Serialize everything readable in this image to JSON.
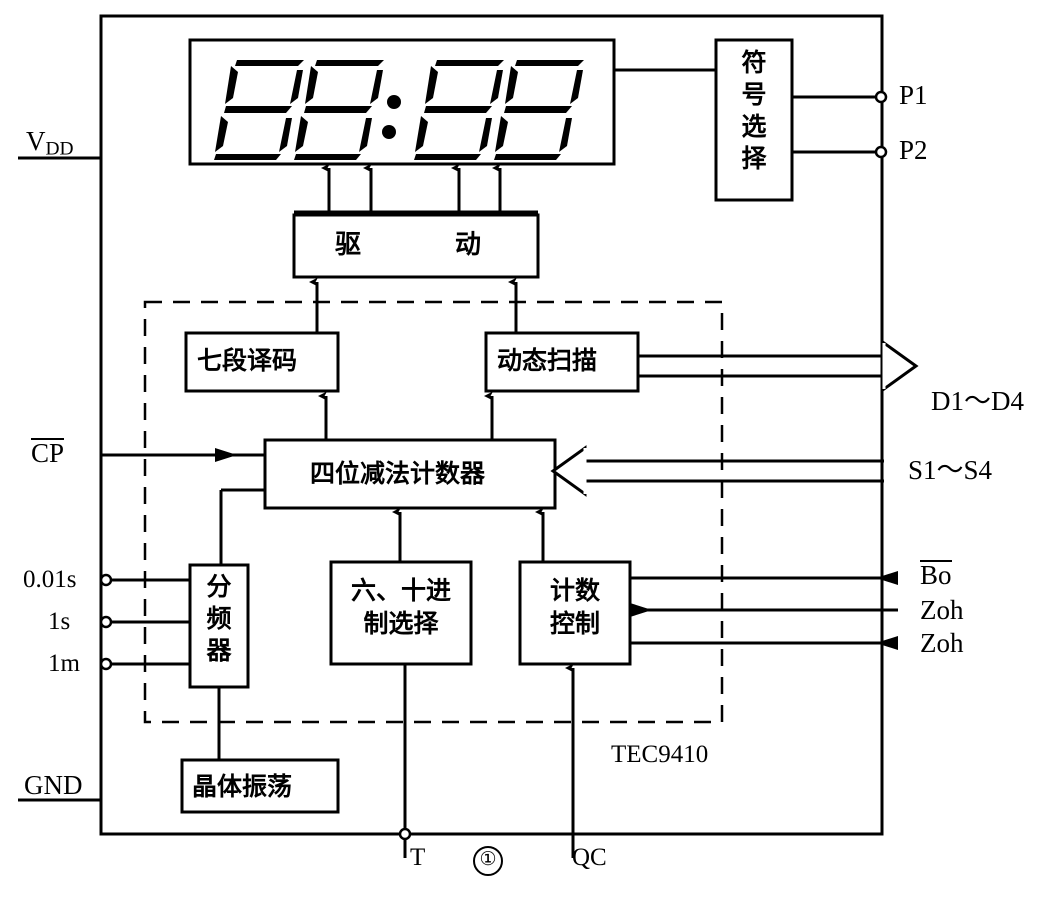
{
  "figure": {
    "chip_label": "TEC9410",
    "figure_number": "①"
  },
  "display": {
    "name": "seven-segment-display",
    "digits": [
      "8",
      "8",
      "8",
      "8"
    ],
    "separator": "colon"
  },
  "blocks": {
    "symbol_select": "符号\n选择",
    "symbol_select_lines": [
      "符",
      "号",
      "选",
      "择"
    ],
    "drive": "驱　　动",
    "drive_left": "驱",
    "drive_right": "动",
    "seg_decode": "七段译码",
    "dynamic_scan": "动态扫描",
    "counter": "四位减法计数器",
    "divider_lines": [
      "分",
      "频",
      "器"
    ],
    "base_select_line1": "六、十进",
    "base_select_line2": "制选择",
    "count_ctrl_line1": "计数",
    "count_ctrl_line2": "控制",
    "crystal_osc": "晶体振荡"
  },
  "pins": {
    "vdd": "V",
    "vdd_sub": "DD",
    "cp": "CP",
    "gnd": "GND",
    "p1": "P1",
    "p2": "P2",
    "d_bus": "D1～D4",
    "s_bus": "S1～S4",
    "bo": "Bo",
    "zoh_1": "Zoh",
    "zoh_2": "Zoh",
    "t": "T",
    "qc": "QC",
    "clk_001s": "0.01s",
    "clk_1s": "1s",
    "clk_1m": "1m"
  }
}
